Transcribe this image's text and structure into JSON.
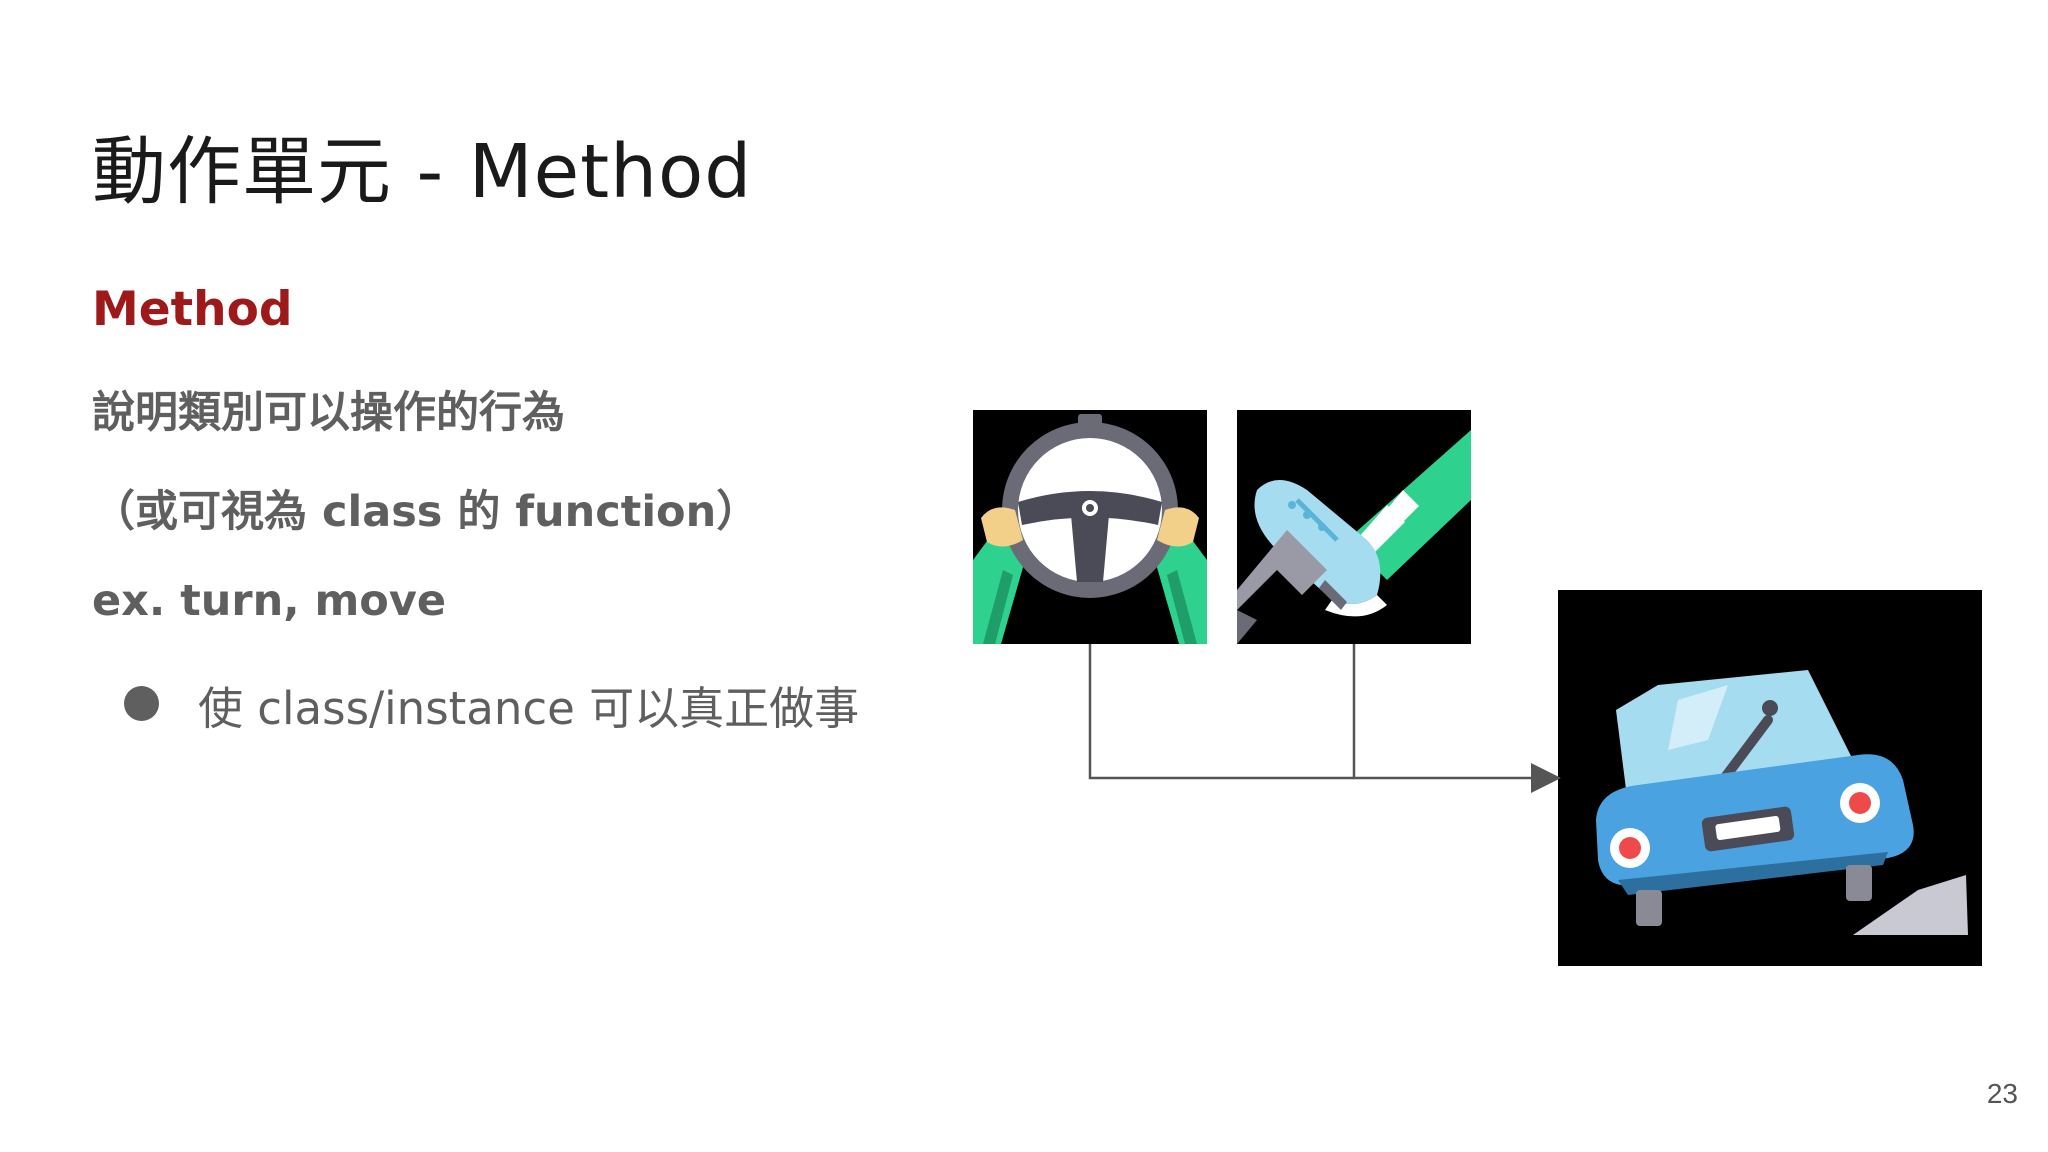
{
  "slide": {
    "title": "動作單元 - Method",
    "subheading": "Method",
    "lines": [
      "說明類別可以操作的行為",
      "（或可視為 class 的 function）",
      "ex. turn, move"
    ],
    "bullet": "使 class/instance 可以真正做事",
    "page_number": "23"
  },
  "icons": {
    "wheel": "steering-wheel-icon",
    "pedal": "foot-pedal-icon",
    "car": "car-icon"
  },
  "colors": {
    "title_text": "#1a1a1a",
    "accent_red": "#9e1a1a",
    "body_text": "#5f5f5f",
    "icon_background": "#000000",
    "icon_green": "#2fd18e",
    "icon_light_blue": "#a6dcf0",
    "icon_car_blue": "#4aa3e0",
    "connector": "#555555"
  }
}
